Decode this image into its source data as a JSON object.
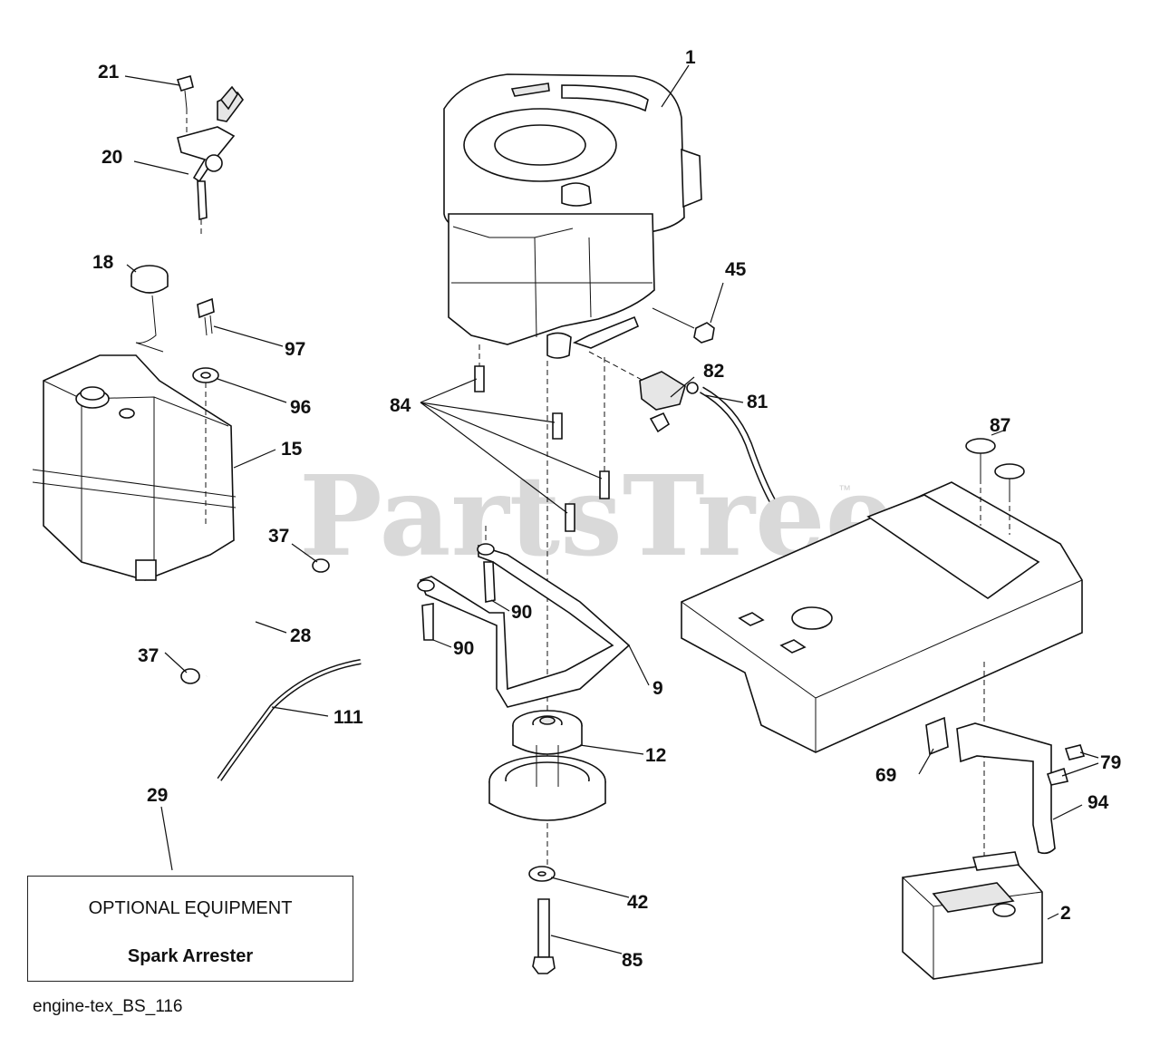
{
  "watermark": {
    "text": "PartsTree",
    "trademark": "™"
  },
  "optional_equipment": {
    "title": "OPTIONAL EQUIPMENT",
    "item": "Spark Arrester"
  },
  "diagram_code": "engine-tex_BS_116",
  "callouts": {
    "c1": "1",
    "c2": "2",
    "c9": "9",
    "c12": "12",
    "c15": "15",
    "c18": "18",
    "c20": "20",
    "c21": "21",
    "c28": "28",
    "c29": "29",
    "c37a": "37",
    "c37b": "37",
    "c42": "42",
    "c45": "45",
    "c69": "69",
    "c79": "79",
    "c81": "81",
    "c82": "82",
    "c84": "84",
    "c85": "85",
    "c87": "87",
    "c90a": "90",
    "c90b": "90",
    "c94": "94",
    "c96": "96",
    "c97": "97",
    "c111": "111"
  }
}
